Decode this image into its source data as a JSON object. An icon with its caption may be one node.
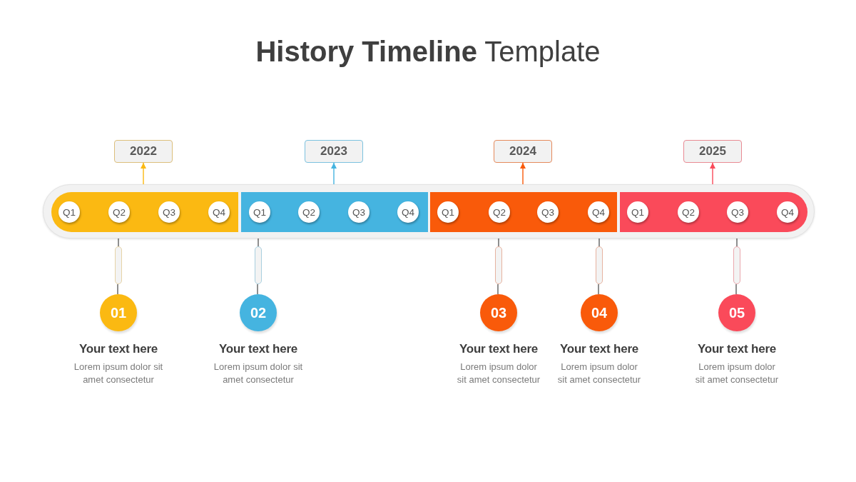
{
  "diagram": {
    "title": "**History Timeline** Template",
    "nodes": [
      {
        "text": [
          "2022"
        ]
      },
      {
        "text": [
          "2023"
        ]
      },
      {
        "text": [
          "2024"
        ]
      },
      {
        "text": [
          "2025"
        ]
      },
      {
        "text": [],
        "shape": "bar"
      },
      {
        "text": [],
        "shape": "bar",
        "in": 4
      },
      {
        "text": [
          "Q1"
        ],
        "in": 5
      },
      {
        "text": [
          "Q2"
        ],
        "in": 5
      },
      {
        "text": [
          "Q3"
        ],
        "in": 5
      },
      {
        "text": [
          "Q4"
        ],
        "in": 5
      },
      {
        "text": [],
        "shape": "bar",
        "in": 4
      },
      {
        "text": [
          "Q1"
        ],
        "in": 10
      },
      {
        "text": [
          "Q2"
        ],
        "in": 10
      },
      {
        "text": [
          "Q3"
        ],
        "in": 10
      },
      {
        "text": [
          "Q4"
        ],
        "in": 10
      },
      {
        "text": [],
        "shape": "bar",
        "in": 4
      },
      {
        "text": [
          "Q1"
        ],
        "in": 15
      },
      {
        "text": [
          "Q2"
        ],
        "in": 15
      },
      {
        "text": [
          "Q3"
        ],
        "in": 15
      },
      {
        "text": [
          "Q4"
        ],
        "in": 15
      },
      {
        "text": [],
        "shape": "bar",
        "in": 4
      },
      {
        "text": [
          "Q1"
        ],
        "in": 20
      },
      {
        "text": [
          "Q2"
        ],
        "in": 20
      },
      {
        "text": [
          "Q3"
        ],
        "in": 20
      },
      {
        "text": [
          "Q4"
        ],
        "in": 20
      },
      {
        "text": [],
        "shape": "capsule"
      },
      {
        "text": [],
        "shape": "capsule"
      },
      {
        "text": [],
        "shape": "capsule"
      },
      {
        "text": [],
        "shape": "capsule"
      },
      {
        "text": [],
        "shape": "capsule"
      },
      {
        "text": [
          "01"
        ],
        "beside": [
          "Your text here",
          "Lorem ipsum dolor sit amet consectetur"
        ]
      },
      {
        "text": [
          "02"
        ],
        "beside": [
          "Your text here",
          "Lorem ipsum dolor sit amet consectetur"
        ]
      },
      {
        "text": [
          "03"
        ],
        "beside": [
          "Your text here",
          "Lorem ipsum dolor sit amet consectetur"
        ]
      },
      {
        "text": [
          "04"
        ],
        "beside": [
          "Your text here",
          "Lorem ipsum dolor sit amet consectetur"
        ]
      },
      {
        "text": [
          "05"
        ],
        "beside": [
          "Your text here",
          "Lorem ipsum dolor sit amet consectetur"
        ]
      }
    ],
    "edges": [
      {
        "from": 4,
        "to": 0,
        "arrow": "to",
        "color": "#fbb912"
      },
      {
        "from": 4,
        "to": 1,
        "arrow": "to",
        "color": "#45b4e0"
      },
      {
        "from": 4,
        "to": 2,
        "arrow": "to",
        "color": "#f95a0a"
      },
      {
        "from": 4,
        "to": 3,
        "arrow": "to",
        "color": "#fa4a5a"
      },
      {
        "from": 4,
        "to": 25,
        "arrow": "none"
      },
      {
        "from": 25,
        "to": 30,
        "arrow": "none"
      },
      {
        "from": 4,
        "to": 26,
        "arrow": "none"
      },
      {
        "from": 26,
        "to": 31,
        "arrow": "none"
      },
      {
        "from": 4,
        "to": 27,
        "arrow": "none"
      },
      {
        "from": 27,
        "to": 32,
        "arrow": "none"
      },
      {
        "from": 4,
        "to": 28,
        "arrow": "none"
      },
      {
        "from": 28,
        "to": 33,
        "arrow": "none"
      },
      {
        "from": 4,
        "to": 29,
        "arrow": "none"
      },
      {
        "from": 29,
        "to": 34,
        "arrow": "none"
      }
    ]
  }
}
